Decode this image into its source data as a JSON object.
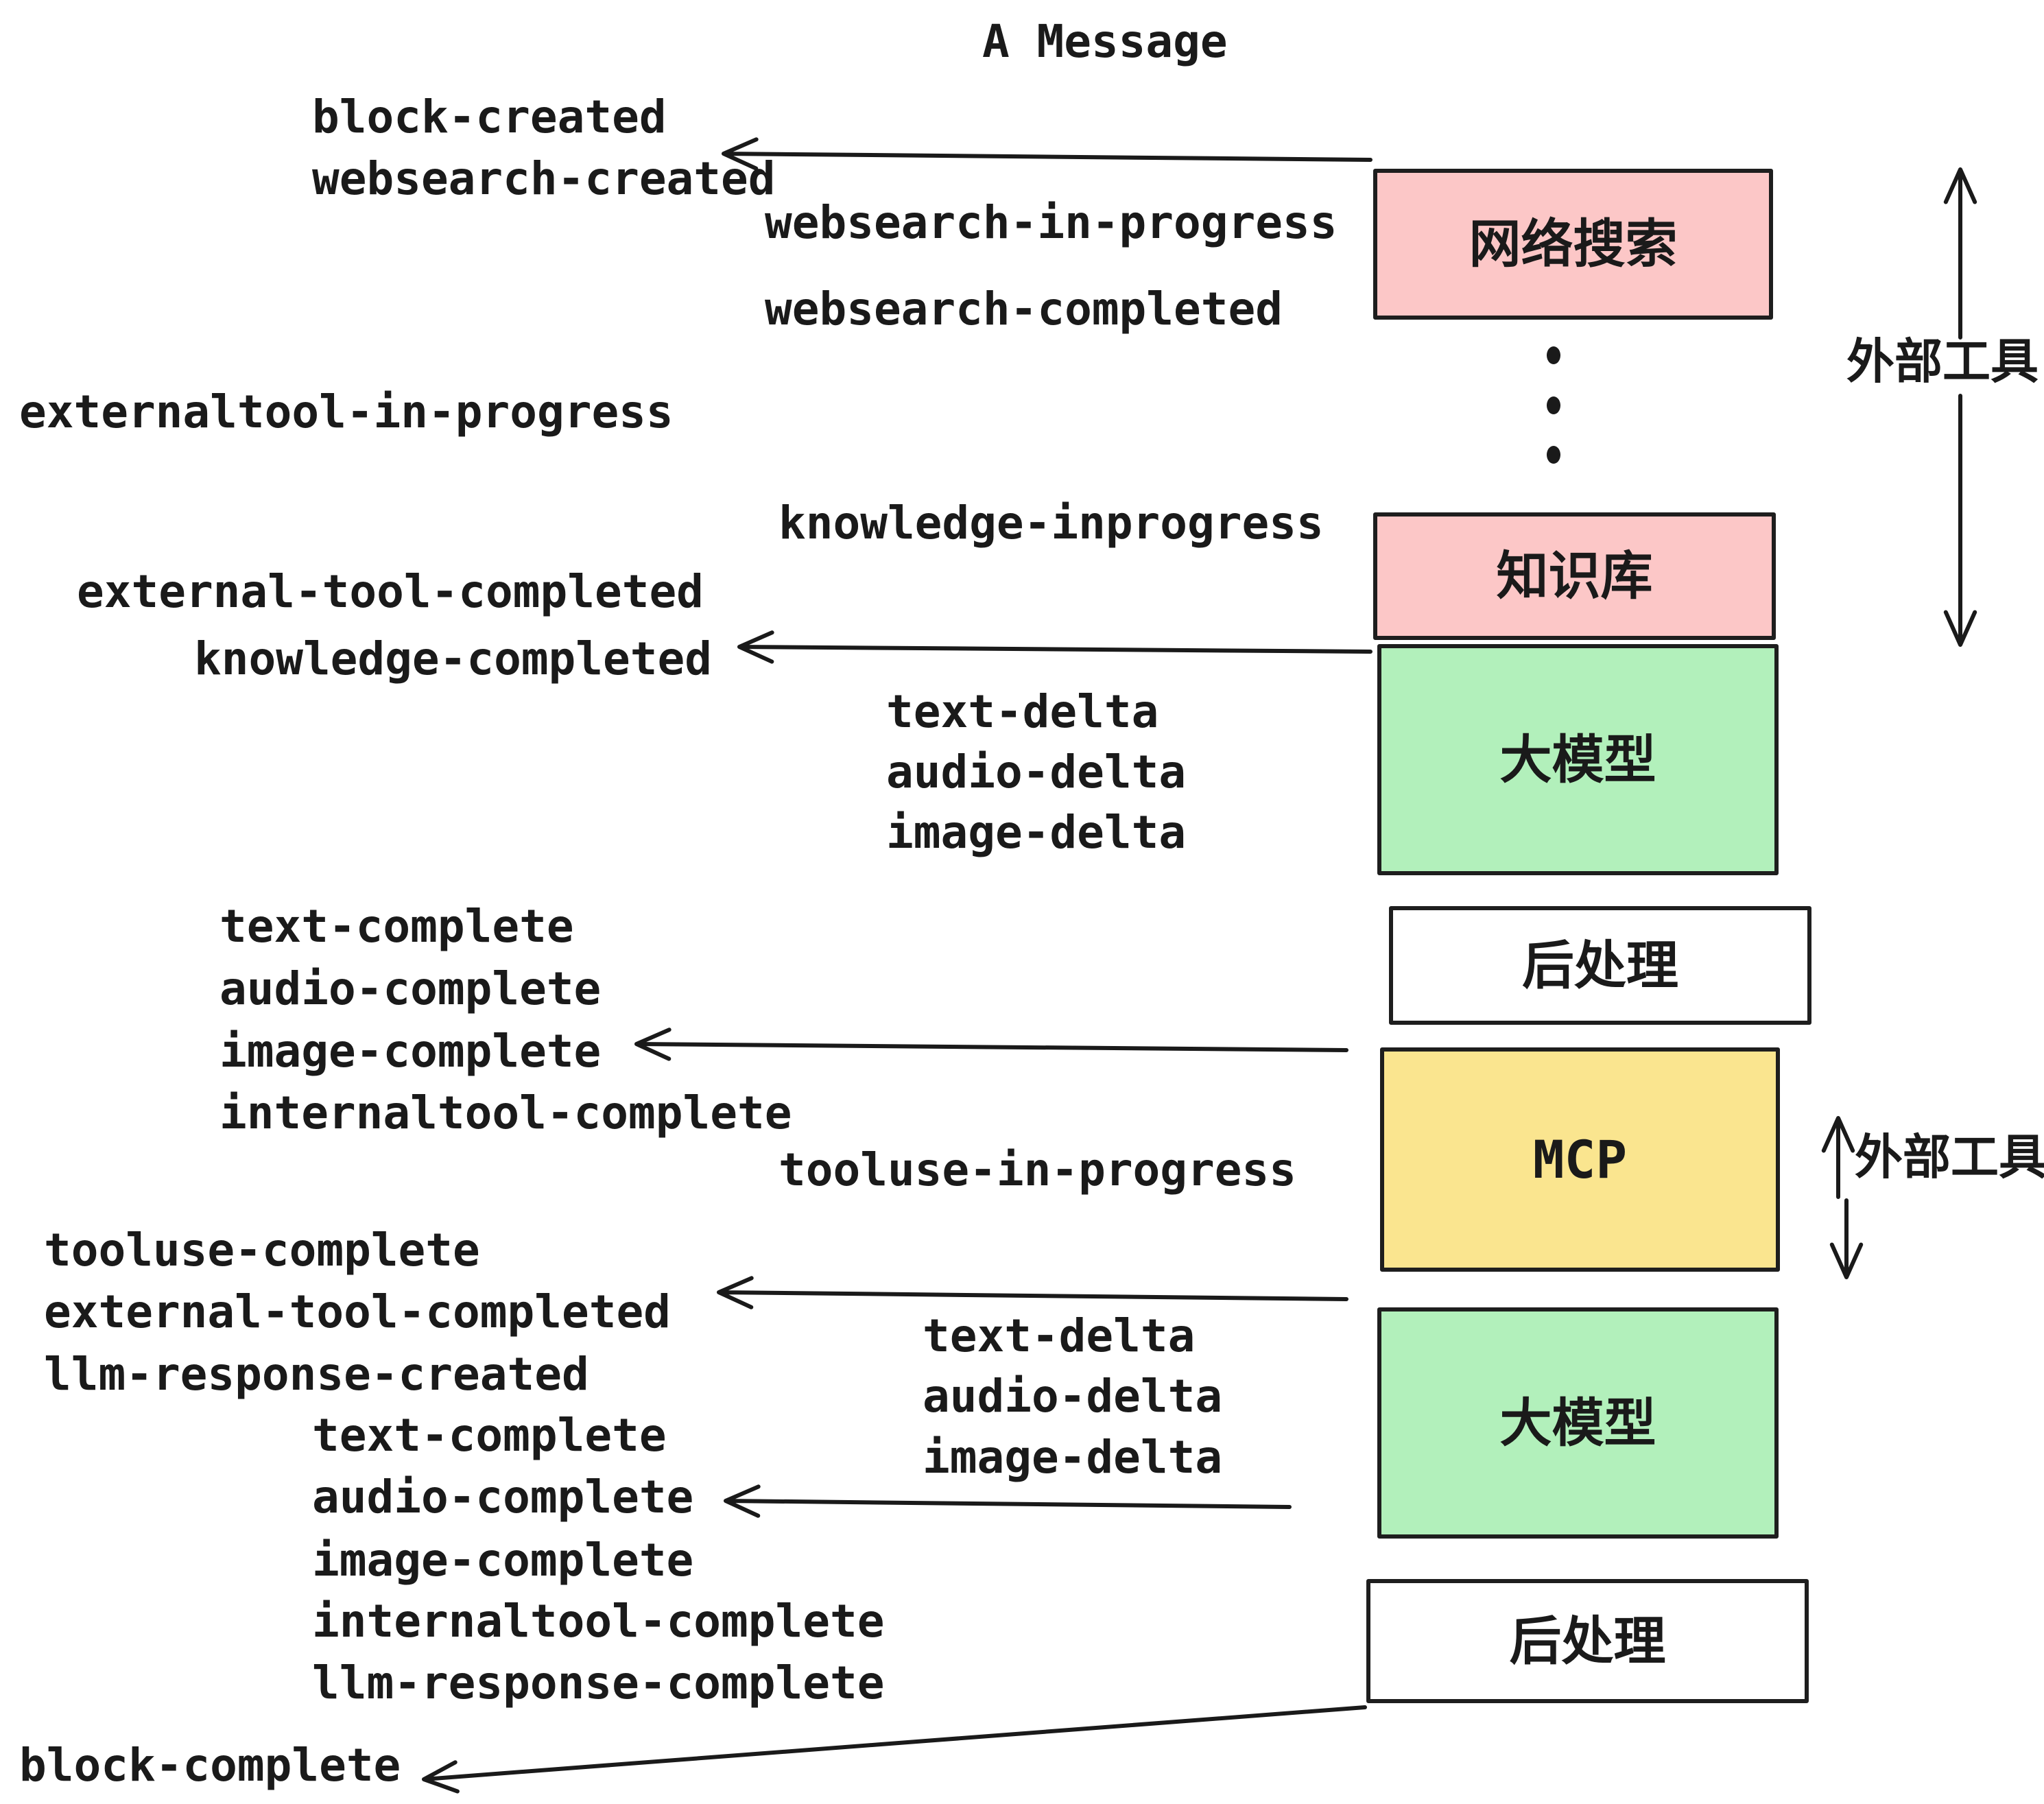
{
  "title": "A Message",
  "colors": {
    "pink": "#fcc7c7",
    "green": "#b2f0bb",
    "yellow": "#fae58f",
    "white": "#ffffff",
    "border": "#1e1e1e",
    "ink": "#1a1a1a"
  },
  "boxes": [
    {
      "label": "网络搜索",
      "color": "#fcc7c7"
    },
    {
      "label": "知识库",
      "color": "#fcc7c7"
    },
    {
      "label": "大模型",
      "color": "#b2f0bb"
    },
    {
      "label": "后处理",
      "color": "#ffffff"
    },
    {
      "label": "MCP",
      "color": "#fae58f"
    },
    {
      "label": "大模型",
      "color": "#b2f0bb"
    },
    {
      "label": "后处理",
      "color": "#ffffff"
    }
  ],
  "side_labels": [
    {
      "label": "外部工具"
    },
    {
      "label": "外部工具"
    }
  ],
  "events": [
    {
      "text": "block-created"
    },
    {
      "text": "websearch-created"
    },
    {
      "text": "websearch-in-progress"
    },
    {
      "text": "websearch-completed"
    },
    {
      "text": "externaltool-in-progress"
    },
    {
      "text": "knowledge-inprogress"
    },
    {
      "text": "external-tool-completed"
    },
    {
      "text": "knowledge-completed"
    },
    {
      "text": "text-delta"
    },
    {
      "text": "audio-delta"
    },
    {
      "text": "image-delta"
    },
    {
      "text": "text-complete"
    },
    {
      "text": "audio-complete"
    },
    {
      "text": "image-complete"
    },
    {
      "text": "internaltool-complete"
    },
    {
      "text": "tooluse-in-progress"
    },
    {
      "text": "tooluse-complete"
    },
    {
      "text": "external-tool-completed"
    },
    {
      "text": "llm-response-created"
    },
    {
      "text": "text-delta"
    },
    {
      "text": "audio-delta"
    },
    {
      "text": "image-delta"
    },
    {
      "text": "text-complete"
    },
    {
      "text": "audio-complete"
    },
    {
      "text": "image-complete"
    },
    {
      "text": "internaltool-complete"
    },
    {
      "text": "llm-response-complete"
    },
    {
      "text": "block-complete"
    }
  ]
}
